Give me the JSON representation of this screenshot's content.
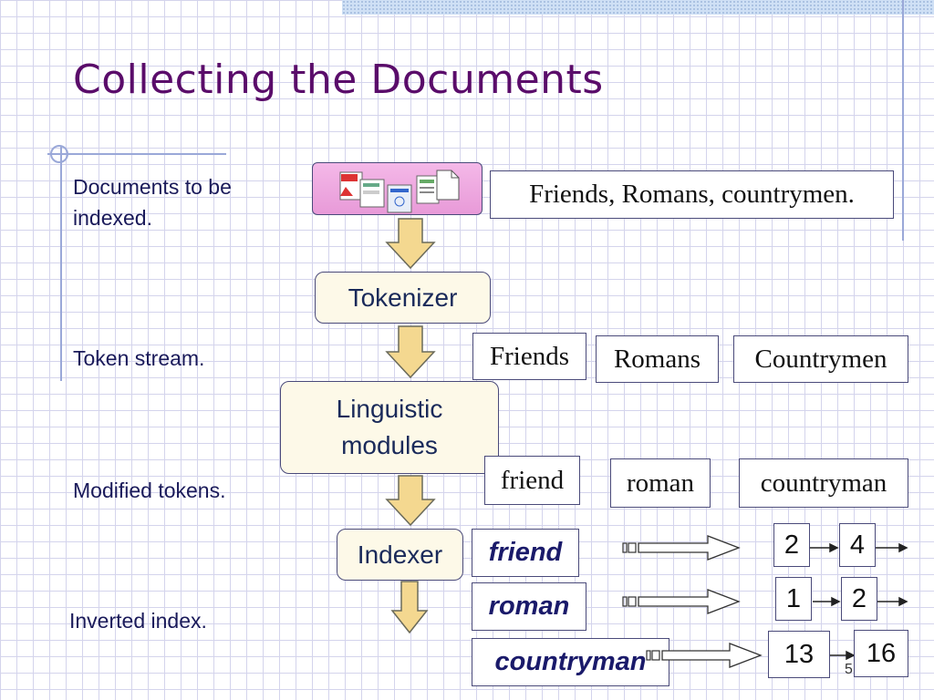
{
  "slide": {
    "title": "Collecting the Documents",
    "page_number": "5"
  },
  "labels": {
    "documents": "Documents to be indexed.",
    "token_stream": "Token stream.",
    "modified_tokens": "Modified tokens.",
    "inverted_index": "Inverted index."
  },
  "document_text": "Friends, Romans, countrymen.",
  "processes": {
    "tokenizer": "Tokenizer",
    "linguistic": "Linguistic modules",
    "indexer": "Indexer"
  },
  "tokens": [
    "Friends",
    "Romans",
    "Countrymen"
  ],
  "modified_tokens": [
    "friend",
    "roman",
    "countryman"
  ],
  "index_terms": [
    "friend",
    "roman",
    "countryman"
  ],
  "postings": {
    "friend": [
      "2",
      "4"
    ],
    "roman": [
      "1",
      "2"
    ],
    "countryman": [
      "13",
      "16"
    ]
  },
  "icons": [
    "pdf-document-icon",
    "spreadsheet-document-icon",
    "word-document-icon",
    "text-document-icon",
    "blank-document-icon"
  ],
  "colors": {
    "title": "#5a0c6a",
    "label": "#1a1a5a",
    "process_fill": "#fdf9e8",
    "docs_fill": "#f4b8e8",
    "arrow_fill": "#f4d890"
  }
}
